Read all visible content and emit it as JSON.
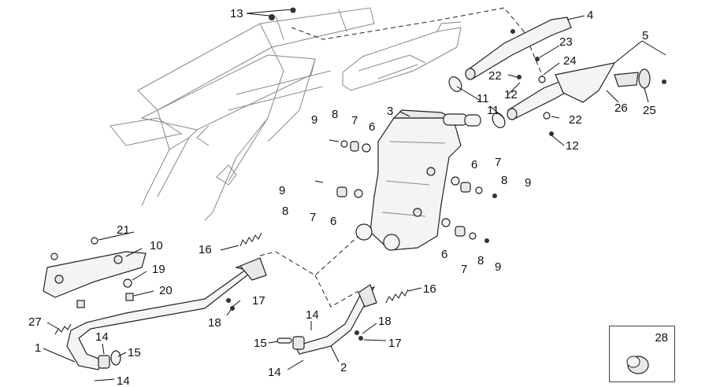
{
  "callouts": {
    "c1": "1",
    "c2": "2",
    "c3": "3",
    "c4": "4",
    "c5": "5",
    "c6a": "6",
    "c6b": "6",
    "c6c": "6",
    "c6d": "6",
    "c7a": "7",
    "c7b": "7",
    "c7c": "7",
    "c7d": "7",
    "c8a": "8",
    "c8b": "8",
    "c8c": "8",
    "c8d": "8",
    "c9a": "9",
    "c9b": "9",
    "c9c": "9",
    "c9d": "9",
    "c10": "10",
    "c11a": "11",
    "c11b": "11",
    "c12a": "12",
    "c12b": "12",
    "c13": "13",
    "c14a": "14",
    "c14b": "14",
    "c14c": "14",
    "c14d": "14",
    "c15a": "15",
    "c15b": "15",
    "c16a": "16",
    "c16b": "16",
    "c17a": "17",
    "c17b": "17",
    "c18a": "18",
    "c18b": "18",
    "c19": "19",
    "c20": "20",
    "c21": "21",
    "c22a": "22",
    "c22b": "22",
    "c23": "23",
    "c24": "24",
    "c25": "25",
    "c26": "26",
    "c27": "27",
    "c28": "28"
  },
  "colors": {
    "line": "#222222",
    "fill": "#f4f4f4",
    "background": "#ffffff"
  }
}
